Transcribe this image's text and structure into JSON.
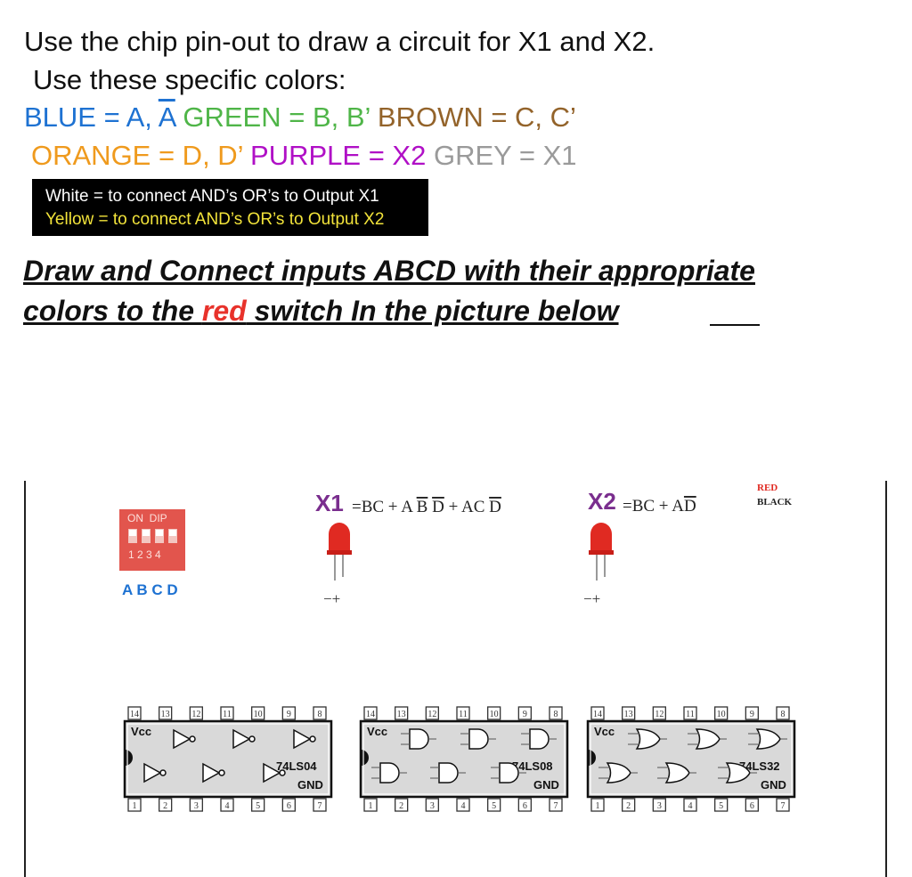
{
  "instructions": {
    "line1": "Use the chip pin-out to draw a circuit for X1 and X2.",
    "line2": "Use these specific colors:",
    "colors_row1": [
      {
        "text": "BLUE = A, ",
        "cls": "c-blue"
      },
      {
        "text": "A",
        "cls": "c-blue ov"
      },
      {
        "text": " GREEN = B, B’ ",
        "cls": "c-green"
      },
      {
        "text": "BROWN = C, C’",
        "cls": "c-brown"
      }
    ],
    "colors_row2": [
      {
        "text": "ORANGE = D, D’ ",
        "cls": "c-orange"
      },
      {
        "text": "PURPLE = X2 ",
        "cls": "c-purple"
      },
      {
        "text": "GREY = X1",
        "cls": "c-grey"
      }
    ],
    "white_note": "White = to connect AND’s OR’s to Output X1",
    "yellow_note": "Yellow = to connect AND’s OR’s to Output X2",
    "task_line1": "Draw and Connect inputs ABCD with their appropriate",
    "task_line2_a": "colors to the ",
    "task_line2_red": "red",
    "task_line2_b": " switch In the picture below"
  },
  "colors": {
    "blue": "#1E72D2",
    "green": "#4FB548",
    "brown": "#93632A",
    "orange": "#EF9A1D",
    "purple": "#B010C6",
    "grey": "#9A9A9A",
    "yellow_note": "#F2E33A",
    "red": "#E8322B",
    "led_red": "#E02A22",
    "dip_red": "#E2554D",
    "chip_body": "#D9D9D9",
    "purple_label": "#7A2E8E"
  },
  "circuit": {
    "dip_switch": {
      "top_text": "ON  DIP",
      "numbers": "1 2 3 4",
      "inputs": "A B C D"
    },
    "x1_label": "X1",
    "x1_eq": [
      {
        "t": "=BC + A "
      },
      {
        "t": "B",
        "ov": true
      },
      {
        "t": " "
      },
      {
        "t": "D",
        "ov": true
      },
      {
        "t": " + AC"
      },
      {
        "t": " "
      },
      {
        "t": "D",
        "ov": true
      }
    ],
    "x2_label": "X2",
    "x2_eq": [
      {
        "t": "=BC + A"
      },
      {
        "t": "D",
        "ov": true
      }
    ],
    "led_polarity": "−+",
    "legend_red": "RED",
    "legend_black": "BLACK",
    "chips": [
      {
        "name": "74LS04",
        "vcc": "Vcc",
        "gnd": "GND",
        "top_pins": [
          "14",
          "13",
          "12",
          "11",
          "10",
          "9",
          "8"
        ],
        "bottom_pins": [
          "1",
          "2",
          "3",
          "4",
          "5",
          "6",
          "7"
        ],
        "gate": "not"
      },
      {
        "name": "74LS08",
        "vcc": "Vcc",
        "gnd": "GND",
        "top_pins": [
          "14",
          "13",
          "12",
          "11",
          "10",
          "9",
          "8"
        ],
        "bottom_pins": [
          "1",
          "2",
          "3",
          "4",
          "5",
          "6",
          "7"
        ],
        "gate": "and"
      },
      {
        "name": "74LS32",
        "vcc": "Vcc",
        "gnd": "GND",
        "top_pins": [
          "14",
          "13",
          "12",
          "11",
          "10",
          "9",
          "8"
        ],
        "bottom_pins": [
          "1",
          "2",
          "3",
          "4",
          "5",
          "6",
          "7"
        ],
        "gate": "or"
      }
    ]
  }
}
